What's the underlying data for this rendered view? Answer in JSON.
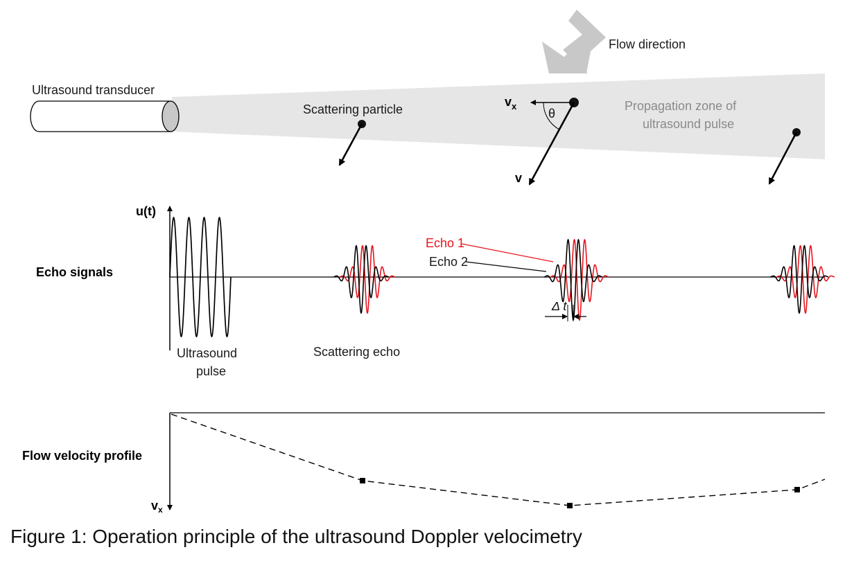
{
  "labels": {
    "flow_direction": "Flow direction",
    "transducer": "Ultrasound transducer",
    "scattering_particle": "Scattering particle",
    "propagation_line1": "Propagation zone of",
    "propagation_line2": "ultrasound pulse",
    "vx_main": "v",
    "vx_sub": "x",
    "theta": "θ",
    "v": "v",
    "u_axis": "u(t)",
    "echo_signals": "Echo signals",
    "echo1": "Echo 1",
    "echo2": "Echo 2",
    "delta_t": "Δ t",
    "ultrasound_pulse_line1": "Ultrasound",
    "ultrasound_pulse_line2": "pulse",
    "scattering_echo": "Scattering echo",
    "flow_velocity_profile": "Flow velocity profile",
    "vx_axis_main": "v",
    "vx_axis_sub": "x"
  },
  "caption": "Figure 1: Operation principle of the ultrasound Doppler velocimetry",
  "colors": {
    "echo1": "#e8141c",
    "echo2": "#000000",
    "beam": "#e6e6e6",
    "flow_arrow": "#c8c8c8"
  }
}
